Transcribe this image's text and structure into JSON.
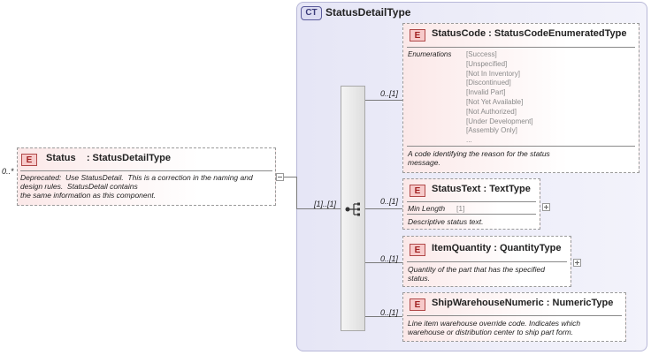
{
  "complex_type": {
    "badge": "CT",
    "name": "StatusDetailType"
  },
  "root_element": {
    "badge": "E",
    "multiplicity": "0..*",
    "title": "Status    : StatusDetailType",
    "description": "Deprecated:  Use StatusDetail.  This is a correction in the naming and\ndesign rules.  StatusDetail contains\nthe same information as this component."
  },
  "sequence": {
    "multiplicity": "[1]..[1]"
  },
  "children": [
    {
      "badge": "E",
      "multiplicity": "0..[1]",
      "title": "StatusCode : StatusCodeEnumeratedType",
      "enumerations_label": "Enumerations",
      "enumerations": [
        "[Success]",
        "[Unspecified]",
        "[Not In Inventory]",
        "[Discontinued]",
        "[Invalid Part]",
        "[Not Yet Available]",
        "[Not Authorized]",
        "[Under Development]",
        "[Assembly Only]",
        "..."
      ],
      "description": "A code identifying the reason for the status\nmessage."
    },
    {
      "badge": "E",
      "multiplicity": "0..[1]",
      "title": "StatusText : TextType",
      "min_length_label": "Min Length",
      "min_length_value": "[1]",
      "description": "Descriptive status text."
    },
    {
      "badge": "E",
      "multiplicity": "0..[1]",
      "title": "ItemQuantity : QuantityType",
      "description": "Quantity of the part that has the specified\nstatus."
    },
    {
      "badge": "E",
      "multiplicity": "0..[1]",
      "title": "ShipWarehouseNumeric : NumericType",
      "description": "Line item warehouse override code. Indicates which\nwarehouse or distribution center to ship part form."
    }
  ],
  "icons": {
    "expand": "minus-icon",
    "collapsed": "plus-icon",
    "sequence": "sequence-icon"
  },
  "colors": {
    "element_badge": "#f7caca",
    "element_badge_border": "#b04848",
    "complex_type_panel": "#e6e6f6"
  }
}
